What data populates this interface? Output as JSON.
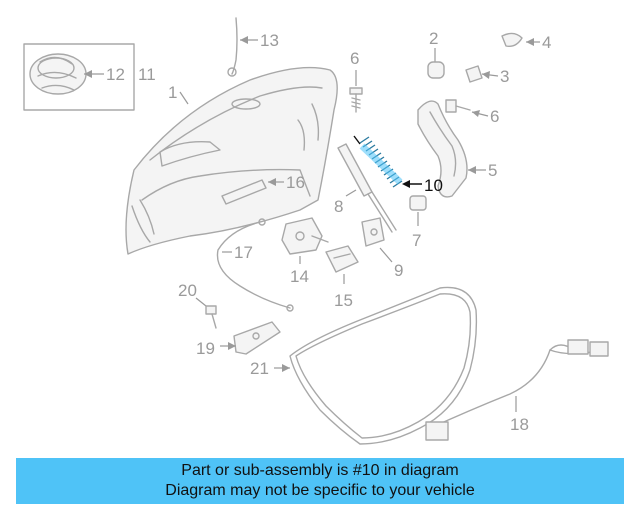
{
  "diagram": {
    "callouts": {
      "c1": "1",
      "c2": "2",
      "c3": "3",
      "c4": "4",
      "c5": "5",
      "c6a": "6",
      "c6b": "6",
      "c7": "7",
      "c8": "8",
      "c9": "9",
      "c10": "10",
      "c11": "11",
      "c12": "12",
      "c13": "13",
      "c14": "14",
      "c15": "15",
      "c16": "16",
      "c17": "17",
      "c18": "18",
      "c19": "19",
      "c20": "20",
      "c21": "21"
    },
    "highlighted_part": "10",
    "highlight_color": "#4fc3f7",
    "line_color": "#a8a8a8"
  },
  "banner": {
    "line1": "Part or sub-assembly is #10 in diagram",
    "line2": "Diagram may not be specific to your vehicle",
    "background": "#4fc3f7"
  }
}
